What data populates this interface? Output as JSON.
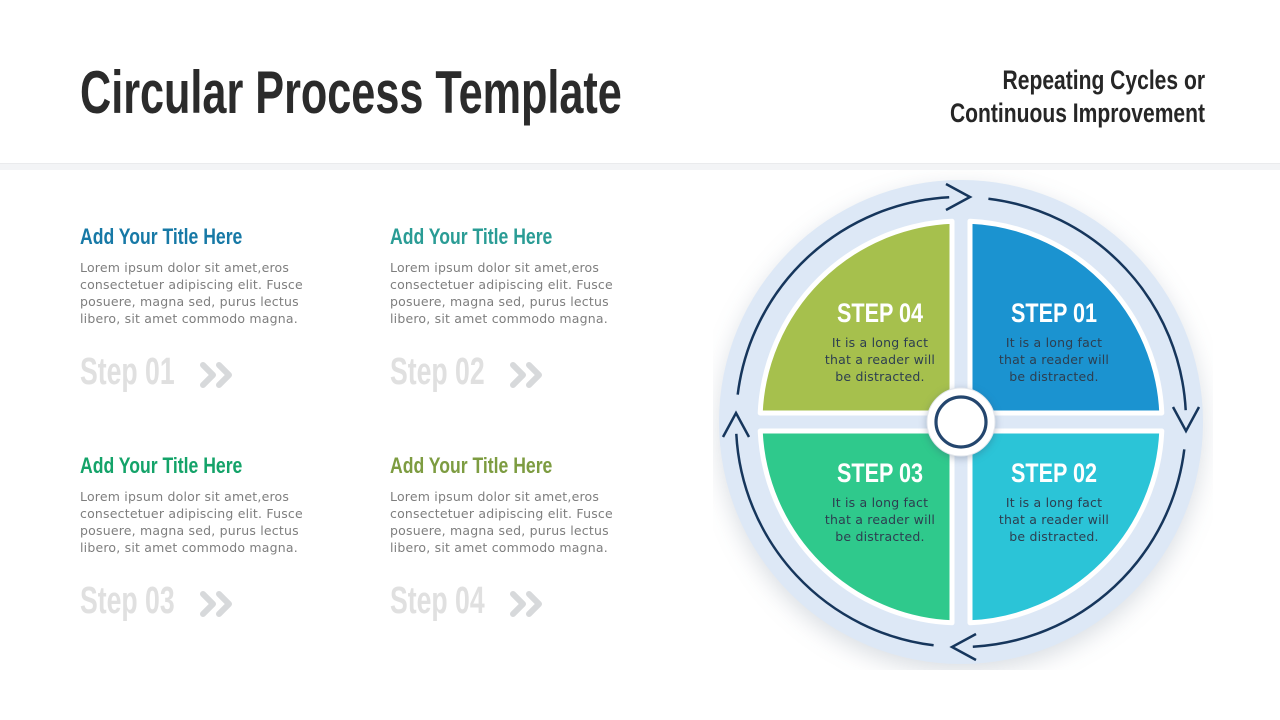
{
  "header": {
    "title": "Circular Process Template",
    "tagline_line1": "Repeating Cycles or",
    "tagline_line2": "Continuous Improvement"
  },
  "blocks": [
    {
      "heading": "Add Your Title Here",
      "accent": "#1779a6",
      "body": "Lorem ipsum dolor sit amet,eros\nconsectetuer adipiscing elit. Fusce\nposuere, magna sed, purus lectus\nlibero, sit amet commodo magna.",
      "step_label": "Step 01"
    },
    {
      "heading": "Add Your Title Here",
      "accent": "#2a9c95",
      "body": "Lorem ipsum dolor sit amet,eros\nconsectetuer adipiscing elit. Fusce\nposuere, magna sed, purus lectus\nlibero, sit amet commodo magna.",
      "step_label": "Step 02"
    },
    {
      "heading": "Add Your Title Here",
      "accent": "#14a369",
      "body": "Lorem ipsum dolor sit amet,eros\nconsectetuer adipiscing elit. Fusce\nposuere, magna sed, purus lectus\nlibero, sit amet commodo magna.",
      "step_label": "Step 03"
    },
    {
      "heading": "Add Your Title Here",
      "accent": "#7d9c41",
      "body": "Lorem ipsum dolor sit amet,eros\nconsectetuer adipiscing elit. Fusce\nposuere, magna sed, purus lectus\nlibero, sit amet commodo magna.",
      "step_label": "Step 04"
    }
  ],
  "diagram": {
    "ring_color": "#dde8f6",
    "arrow_color": "#16365c",
    "hub_ring_color": "#24466e",
    "quadrants": [
      {
        "label": "STEP 04",
        "color": "#a6c04d",
        "body": "It is a long fact\nthat a reader will\nbe distracted."
      },
      {
        "label": "STEP 01",
        "color": "#1b93d0",
        "body": "It is a long fact\nthat a reader will\nbe distracted."
      },
      {
        "label": "STEP 03",
        "color": "#2fc98c",
        "body": "It is a long fact\nthat a reader will\nbe distracted."
      },
      {
        "label": "STEP 02",
        "color": "#2bc4d7",
        "body": "It is a long fact\nthat a reader will\nbe distracted."
      }
    ]
  }
}
